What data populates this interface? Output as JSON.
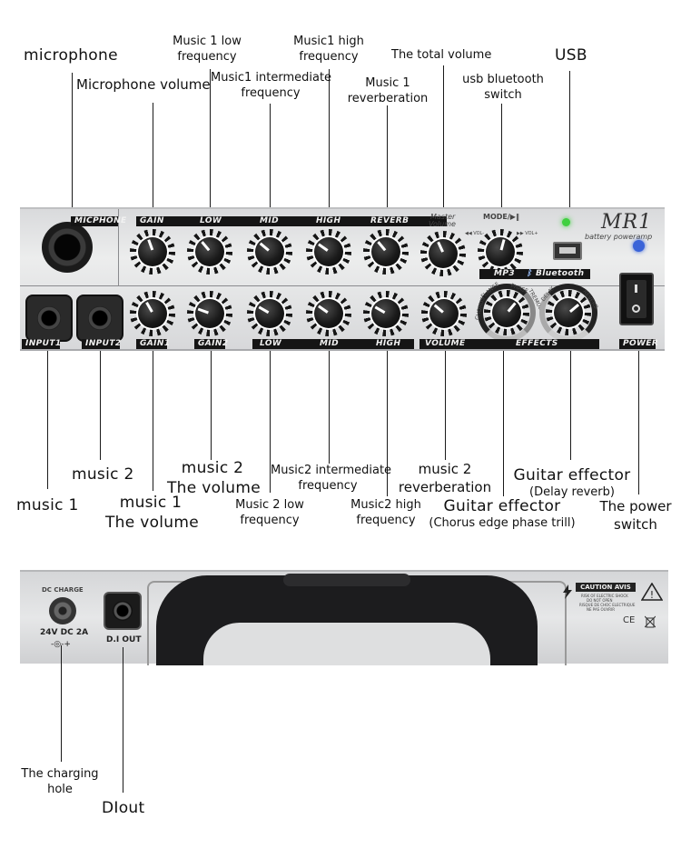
{
  "callouts": {
    "microphone": "microphone",
    "microphone_volume": "Microphone volume",
    "music1_low_l1": "Music 1 low",
    "music1_low_l2": "frequency",
    "music1_intermediate_l1": "Music1 intermediate",
    "music1_intermediate_l2": "frequency",
    "music1_high_l1": "Music1 high",
    "music1_high_l2": "frequency",
    "music1_reverb_l1": "Music 1",
    "music1_reverb_l2": "reverberation",
    "total_volume": "The total volume",
    "usb_bt_l1": "usb bluetooth",
    "usb_bt_l2": "switch",
    "usb": "USB",
    "music2": "music 2",
    "music1": "music 1",
    "music2_volume_l1": "music 2",
    "music2_volume_l2": "The volume",
    "music1_volume_l1": "music 1",
    "music1_volume_l2": "The volume",
    "music2_low_l1": "Music 2 low",
    "music2_low_l2": "frequency",
    "music2_intermediate_l1": "Music2 intermediate",
    "music2_intermediate_l2": "frequency",
    "music2_high_l1": "Music2 high",
    "music2_high_l2": "frequency",
    "music2_reverb_l1": "music 2",
    "music2_reverb_l2": "reverberation",
    "guitar_delay_l1": "Guitar effector",
    "guitar_delay_l2": "(Delay reverb)",
    "guitar_chorus_l1": "Guitar effector",
    "guitar_chorus_l2": "(Chorus edge phase trill)",
    "power_l1": "The power",
    "power_l2": "switch",
    "charging_l1": "The charging",
    "charging_l2": "hole",
    "diout": "DIout"
  },
  "panel": {
    "micphone": "MICPHONE",
    "gain": "GAIN",
    "low": "LOW",
    "mid": "MID",
    "high": "HIGH",
    "reverb": "REVERB",
    "master_l1": "Master",
    "master_l2": "Volume",
    "mode": "MODE/▶‖",
    "vol_minus": "◀◀ VOL-",
    "vol_plus": "▶▶ VOL+",
    "mp3": "MP3",
    "bluetooth": "Bluetooth",
    "brand": "MR1",
    "subtitle": "battery poweramp",
    "input1": "INPUT1",
    "input2": "INPUT2",
    "gain1": "GAIN1",
    "gain2": "GAIN2",
    "low2": "LOW",
    "mid2": "MID",
    "high2": "HIGH",
    "volume": "VOLUME",
    "effects": "EFFECTS",
    "power": "POWER",
    "chorus": "CHORUS",
    "flange": "FLANGE",
    "phase": "PHASE",
    "tremolo": "TREMOLO",
    "delay": "DELAY",
    "reverb2": "REVERB"
  },
  "back": {
    "dc_charge": "DC CHARGE",
    "dc_spec": "24V DC 2A",
    "di_out": "D.I OUT",
    "caution": "CAUTION AVIS",
    "warn1": "RISK OF ELECTRIC SHOCK",
    "warn2": "DO NOT OPEN",
    "warn3": "RISQUE DE CHOC ELECTRIQUE",
    "warn4": "NE PAS OUVRIR",
    "ce": "CE"
  },
  "colors": {
    "usb_led": "#3fd03f",
    "power_led": "#3a63d8"
  }
}
